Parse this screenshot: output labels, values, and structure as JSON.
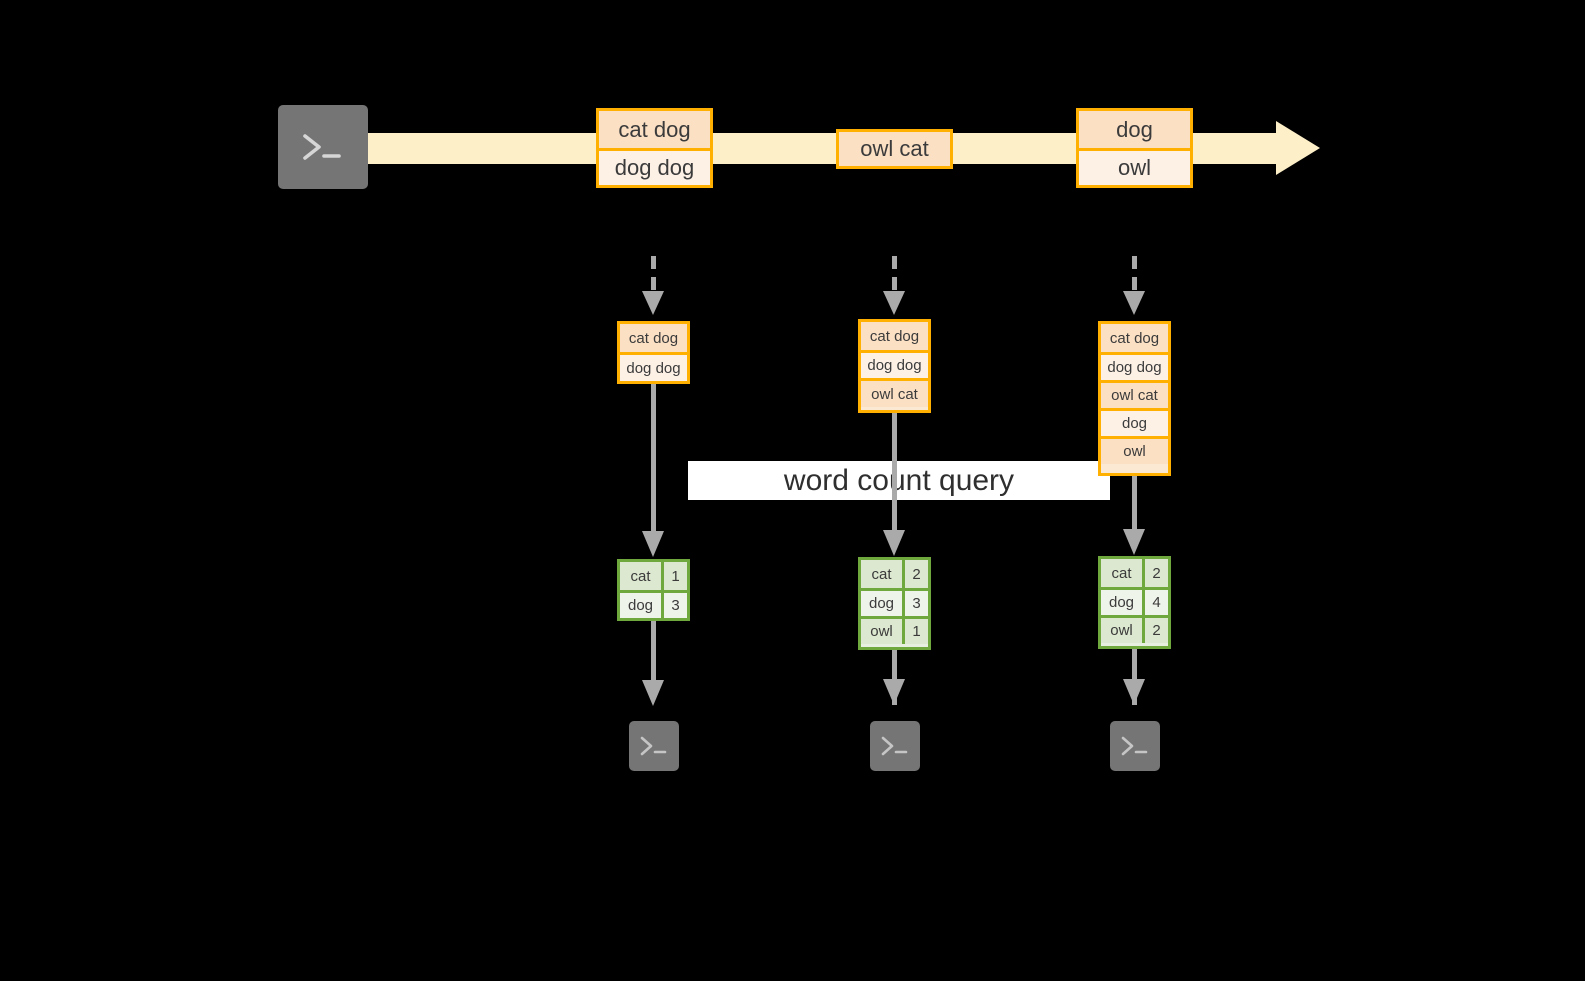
{
  "theme": {
    "background": "#000000",
    "stream_band": "#FDEFC8",
    "event_border": "#FFB000",
    "event_fill_dark": "#FBE0C4",
    "event_fill_light": "#FDF1E6",
    "result_border": "#6FA83C",
    "result_fill_dark": "#DCE8CF",
    "result_fill_light": "#EFF4EB",
    "arrow_gray": "#AAAAAA",
    "terminal_fill": "#757575",
    "banner_fill": "#FFFFFF",
    "text": "#3B3B3B"
  },
  "source": {
    "icon": "terminal-prompt-icon",
    "prompt": ">_"
  },
  "stream": {
    "name": "input-event-stream",
    "batches": [
      {
        "lines": [
          "cat dog",
          "dog dog"
        ]
      },
      {
        "lines": [
          "owl cat"
        ]
      },
      {
        "lines": [
          "dog",
          "owl"
        ]
      }
    ]
  },
  "query": {
    "label": "word count query"
  },
  "columns": [
    {
      "name": "snapshot-1",
      "accumulated": [
        "cat dog",
        "dog dog"
      ],
      "result": {
        "rows": [
          {
            "word": "cat",
            "count": "1"
          },
          {
            "word": "dog",
            "count": "3"
          }
        ]
      },
      "sink": {
        "icon": "terminal-prompt-icon",
        "prompt": ">_"
      }
    },
    {
      "name": "snapshot-2",
      "accumulated": [
        "cat dog",
        "dog dog",
        "owl cat"
      ],
      "result": {
        "rows": [
          {
            "word": "cat",
            "count": "2"
          },
          {
            "word": "dog",
            "count": "3"
          },
          {
            "word": "owl",
            "count": "1"
          }
        ]
      },
      "sink": {
        "icon": "terminal-prompt-icon",
        "prompt": ">_"
      }
    },
    {
      "name": "snapshot-3",
      "accumulated": [
        "cat dog",
        "dog dog",
        "owl cat",
        "dog",
        "owl"
      ],
      "result": {
        "rows": [
          {
            "word": "cat",
            "count": "2"
          },
          {
            "word": "dog",
            "count": "4"
          },
          {
            "word": "owl",
            "count": "2"
          }
        ]
      },
      "sink": {
        "icon": "terminal-prompt-icon",
        "prompt": ">_"
      }
    }
  ]
}
